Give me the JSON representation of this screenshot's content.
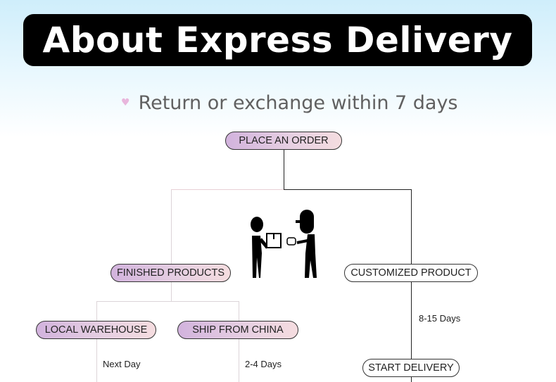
{
  "header": {
    "title": "About Express Delivery"
  },
  "subtitle": {
    "icon": "heart-icon",
    "text": "Return or exchange within 7 days"
  },
  "flow": {
    "start": "PLACE AN ORDER",
    "finished": "FINISHED PRODUCTS",
    "customized": "CUSTOMIZED PRODUCT",
    "local": "LOCAL WAREHOUSE",
    "china": "SHIP FROM CHINA",
    "start_delivery": "START DELIVERY",
    "local_time": "Next Day",
    "china_time": "2-4 Days",
    "custom_time": "8-15 Days"
  }
}
